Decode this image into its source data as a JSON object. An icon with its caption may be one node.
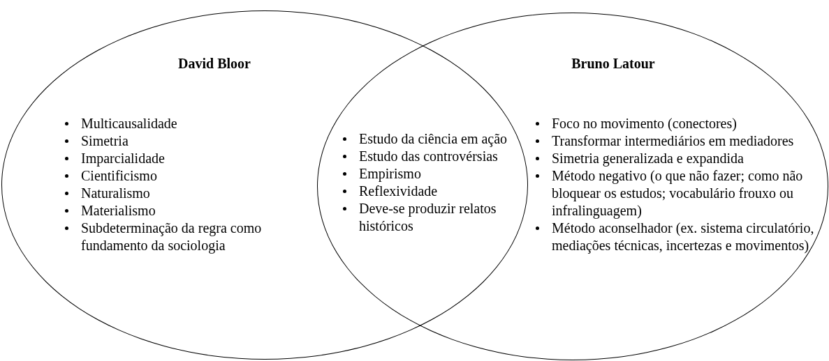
{
  "diagram": {
    "nodes": [
      {
        "text": [
          "David Bloor",
          "Multicausalidade",
          "Simetria",
          "Imparcialidade",
          "Cientificismo",
          "Naturalismo",
          "Materialismo",
          "Subdeterminação da regra como fundamento da sociologia"
        ]
      },
      {
        "text": [
          "Bruno Latour",
          "Foco no movimento (conectores)",
          "Transformar intermediários em mediadores",
          "Simetria generalizada e expandida",
          "Método negativo (o que não fazer; como não bloquear os estudos; vocabulário frouxo ou infralinguagem)",
          "Método aconselhador (ex. sistema circulatório, mediações técnicas, incertezas e movimentos)"
        ]
      }
    ],
    "edges": [],
    "labels": [
      "Estudo da ciência em ação",
      "Estudo das controvérsias",
      "Empirismo",
      "Reflexividade",
      "Deve-se produzir relatos históricos"
    ]
  }
}
